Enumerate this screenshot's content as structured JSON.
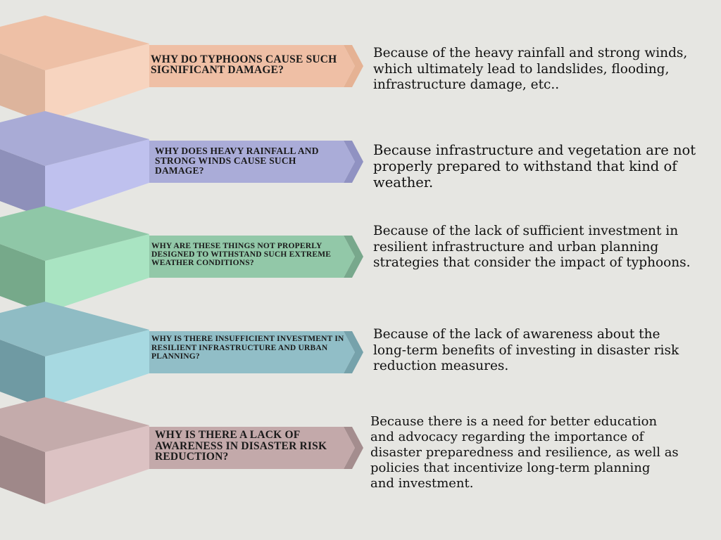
{
  "rows": [
    {
      "question": "Why do typhoons cause such significant damage?",
      "answer": "Because of the heavy rainfall and strong winds,\nwhich ultimately lead to landslides, flooding,\ninfrastructure damage, etc..",
      "colors": {
        "top": "#eec0a6",
        "left": "#ddb49c",
        "front": "#f7d4bf",
        "banner": "#efbfa5",
        "tip": "#e5b294"
      }
    },
    {
      "question": "Why does heavy rainfall and strong winds cause such damage?",
      "answer": "Because infrastructure and vegetation are not\nproperly prepared to withstand that kind of\nweather.",
      "colors": {
        "top": "#a9abd6",
        "left": "#8e90ba",
        "front": "#bfc1ee",
        "banner": "#aaacd8",
        "tip": "#9092c2"
      }
    },
    {
      "question": "Why are these things not properly designed to withstand such extreme weather conditions?",
      "answer": "Because of the lack of sufficient investment in\nresilient infrastructure and urban planning\nstrategies that consider the impact of typhoons.",
      "colors": {
        "top": "#8fc7a7",
        "left": "#76a98a",
        "front": "#a9e4c2",
        "banner": "#92c8a8",
        "tip": "#78a88c"
      }
    },
    {
      "question": "Why is there insufficient investment in resilient infrastructure and urban planning?",
      "answer": "Because of the lack of awareness about the\nlong-term benefits of investing in disaster risk\nreduction measures.",
      "colors": {
        "top": "#8fbcc4",
        "left": "#6f9aa3",
        "front": "#a7d9e1",
        "banner": "#91bec7",
        "tip": "#76a2ab"
      }
    },
    {
      "question": "Why is there a lack of awareness in disaster risk reduction?",
      "answer": "Because there is a need for better education\nand advocacy regarding the importance of\ndisaster preparedness and resilience, as well as\npolicies that incentivize long-term planning\nand investment.",
      "colors": {
        "top": "#c4abab",
        "left": "#9f8889",
        "front": "#dcc2c3",
        "banner": "#c3a9aa",
        "tip": "#a48d8e"
      }
    }
  ]
}
